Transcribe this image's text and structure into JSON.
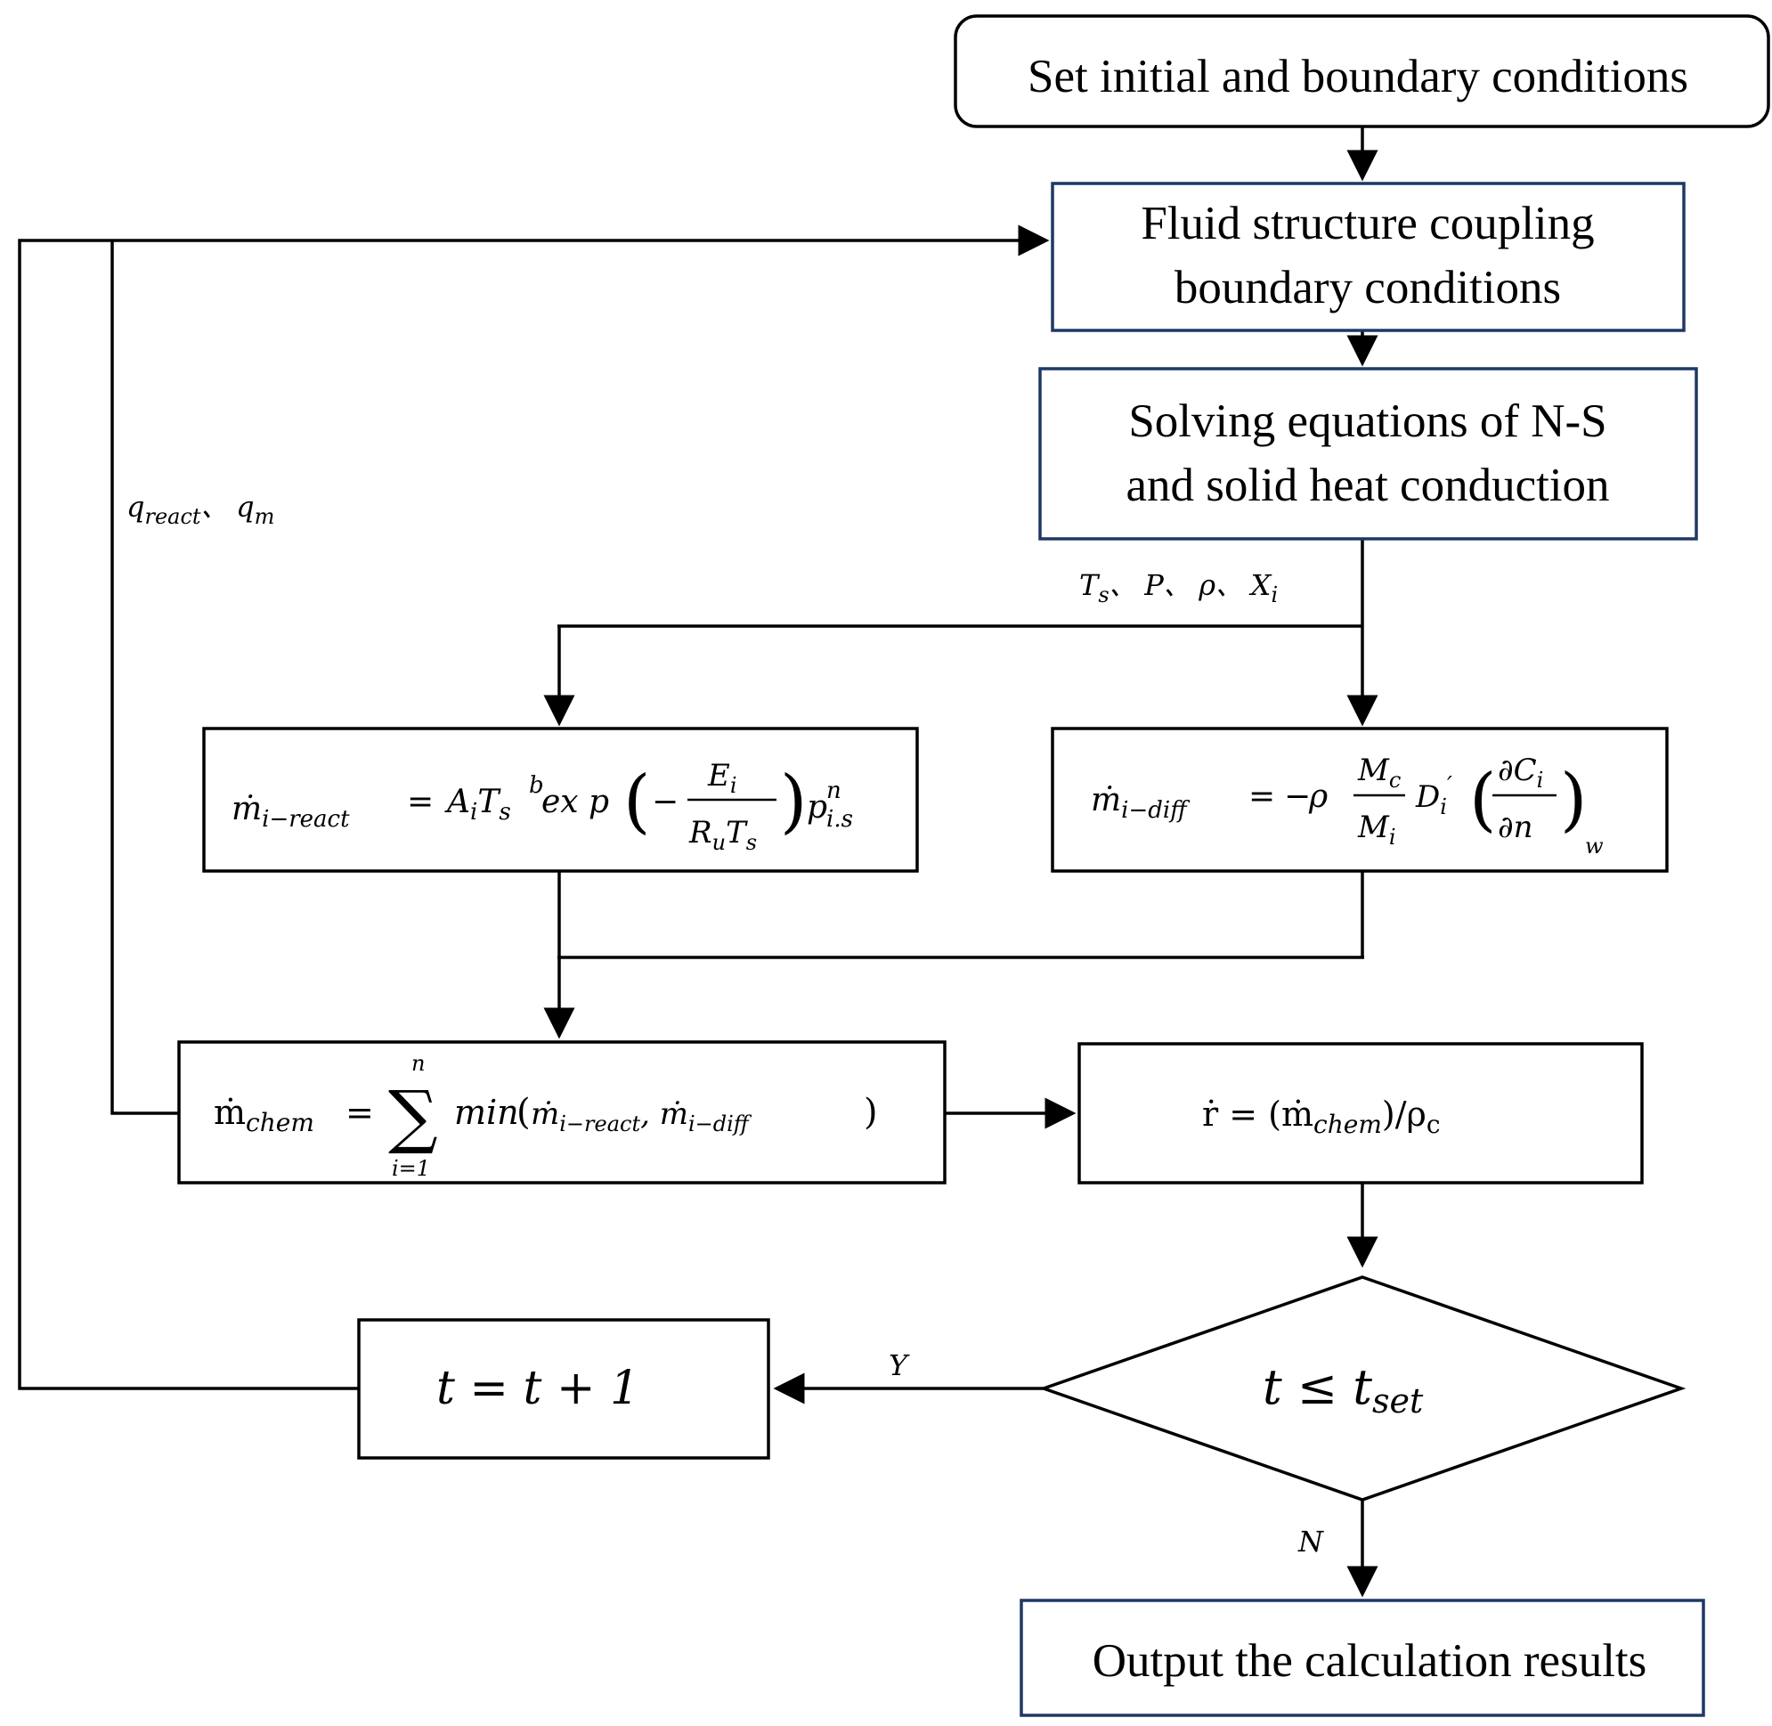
{
  "steps": {
    "start": "Set initial and boundary conditions",
    "coupling": [
      "Fluid structure coupling",
      "boundary conditions"
    ],
    "solving": [
      "Solving equations of N-S",
      "and solid heat conduction"
    ],
    "output": "Output the calculation results"
  },
  "flow_labels": {
    "feedback_vars": "q_react、 q_m",
    "state_vars": "T_s、 P、 ρ、 X_i",
    "yes": "Y",
    "no": "N"
  },
  "formulas": {
    "react": "ṁ_{i-react} = A_i T_s^b exp(−E_i/(R_u T_s)) p_{i.s}^n",
    "diff": "ṁ_{i-diff} = −ρ (M_c/M_i) D_i′ (∂C_i/∂n)_w",
    "chem": "ṁ_chem = Σ_{i=1}^{n} min(ṁ_{i-react}, ṁ_{i-diff})",
    "rate": "ṙ = (ṁ_chem)/ρ_c",
    "increment": "t = t + 1",
    "decision": "t ≤ t_set"
  }
}
